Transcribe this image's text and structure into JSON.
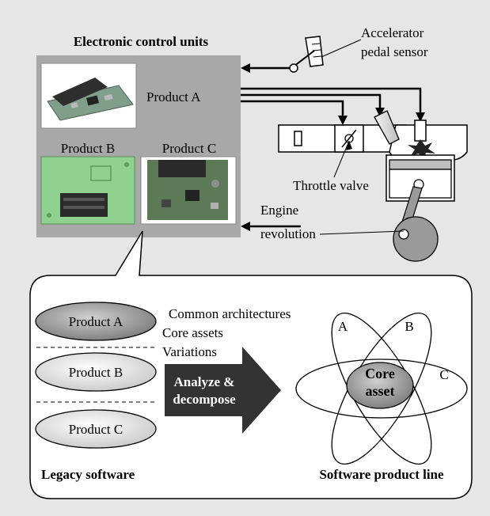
{
  "top": {
    "ecu_title": "Electronic control units",
    "product_a": "Product A",
    "product_b": "Product B",
    "product_c": "Product C",
    "accelerator_line1": "Accelerator",
    "accelerator_line2": "pedal sensor",
    "throttle_label": "Throttle valve",
    "engine_line1": "Engine",
    "engine_line2": "revolution"
  },
  "bottom": {
    "legacy": {
      "items": [
        "Product A",
        "Product B",
        "Product C"
      ],
      "caption": "Legacy software"
    },
    "process": {
      "line1": "Common architectures",
      "line2": "Core assets",
      "line3": "Variations",
      "arrow_line1": "Analyze &",
      "arrow_line2": "decompose"
    },
    "product_line": {
      "a": "A",
      "b": "B",
      "c": "C",
      "core_line1": "Core",
      "core_line2": "asset",
      "caption": "Software product line"
    }
  },
  "colors": {
    "background": "#e6e6e6",
    "ecu_panel": "#a8a8a8",
    "arrow_dark": "#333333"
  }
}
